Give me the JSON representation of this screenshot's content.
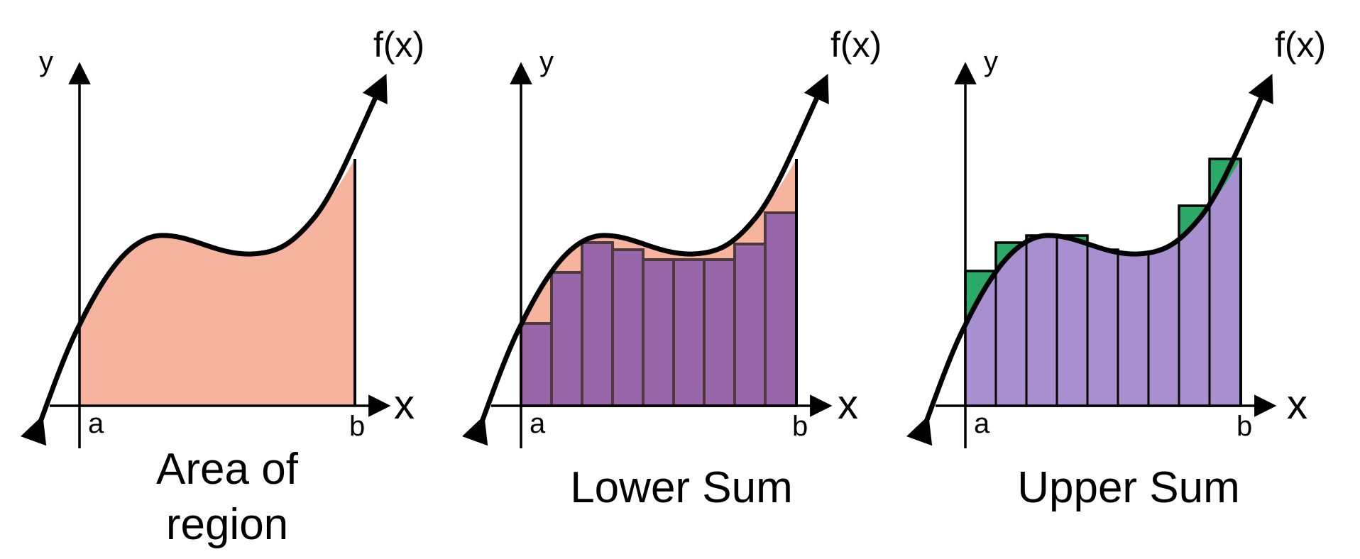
{
  "colors": {
    "area_fill": "#f6b49f",
    "lower_rect": "#9966aa",
    "lower_rect_edge": "#4e3a3e",
    "upper_rect": "#a890d0",
    "upper_excess": "#2aaa66",
    "ink": "#000000"
  },
  "panels": [
    {
      "id": "area",
      "y_label": "y",
      "x_label": "x",
      "func_label": "f(x)",
      "a_label": "a",
      "b_label": "b",
      "caption_lines": [
        "Area of",
        "region"
      ]
    },
    {
      "id": "lower",
      "y_label": "y",
      "x_label": "x",
      "func_label": "f(x)",
      "a_label": "a",
      "b_label": "b",
      "caption_lines": [
        "Lower Sum"
      ],
      "rectangle_count": 9
    },
    {
      "id": "upper",
      "y_label": "y",
      "x_label": "x",
      "func_label": "f(x)",
      "a_label": "a",
      "b_label": "b",
      "caption_lines": [
        "Upper Sum"
      ],
      "rectangle_count": 9
    }
  ]
}
